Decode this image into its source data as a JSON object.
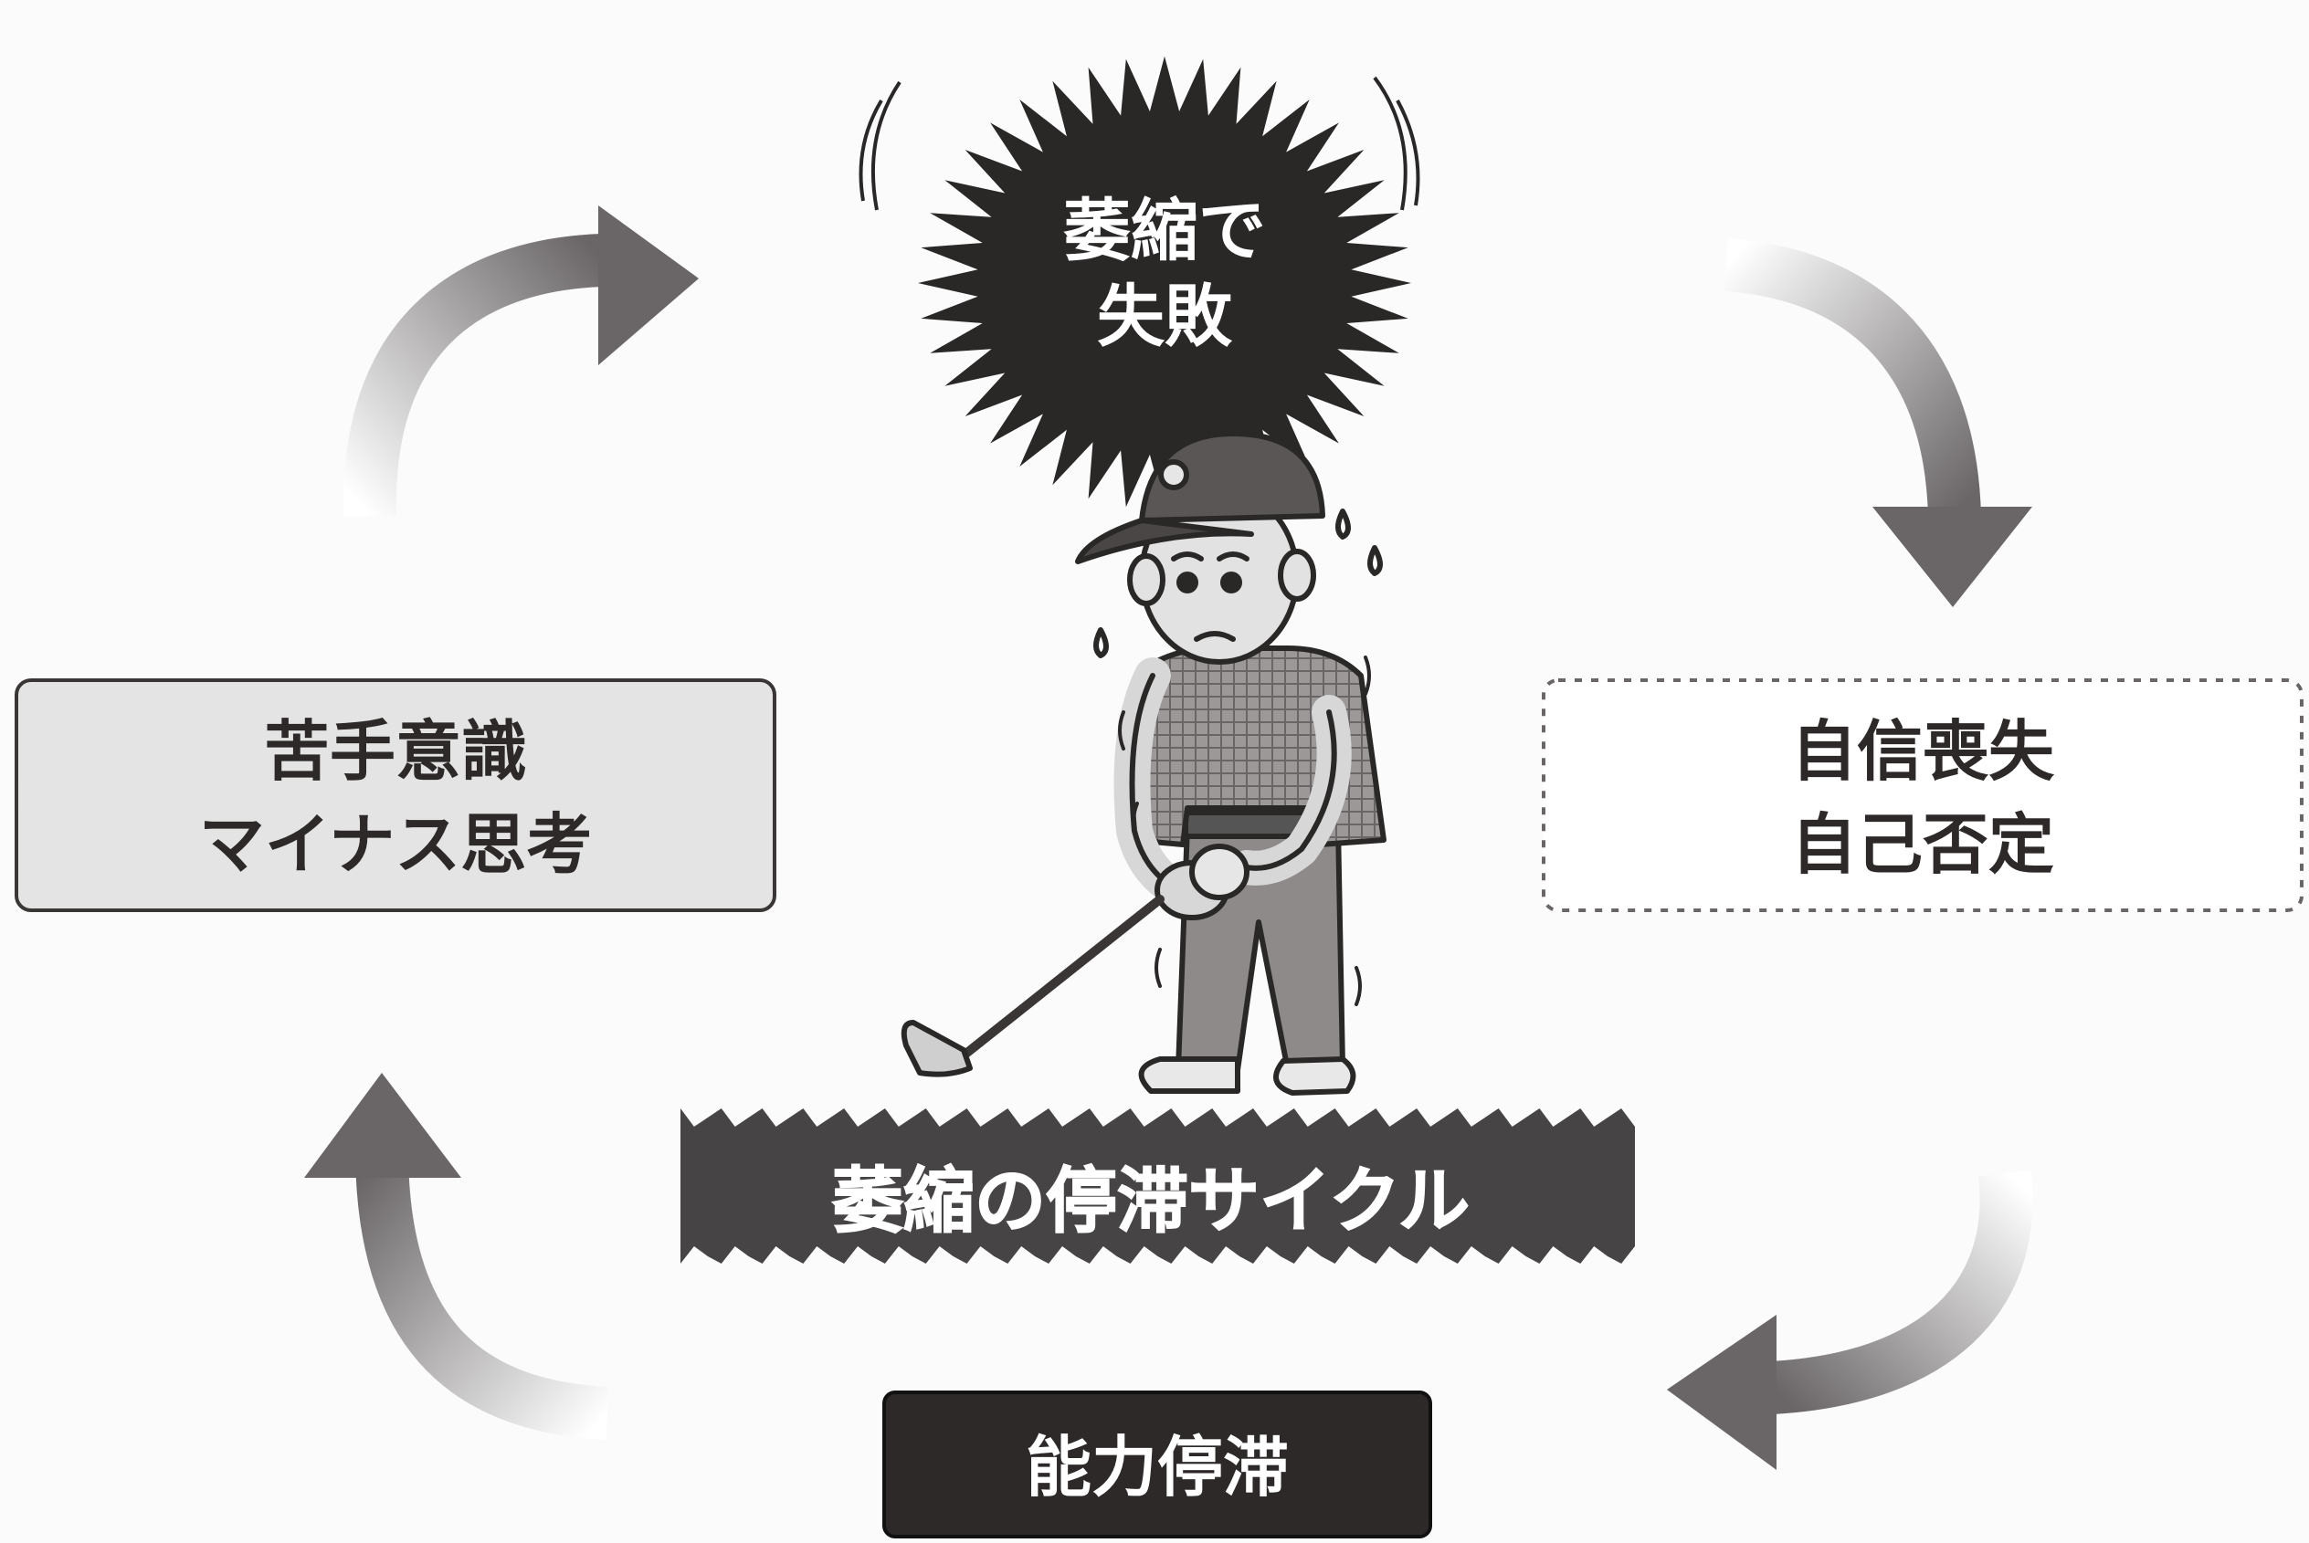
{
  "cycle_title": "萎縮の停滞サイクル",
  "nodes": {
    "top": {
      "line1": "萎縮で",
      "line2": "失敗"
    },
    "left": {
      "line1": "苦手意識",
      "line2": "マイナス思考"
    },
    "right": {
      "line1": "自信喪失",
      "line2": "自己否定"
    },
    "bottom": {
      "line1": "能力停滞"
    }
  },
  "colors": {
    "burst": "#2a2727",
    "left_box": "#e4e4e4",
    "bottom_box": "#2d2929",
    "banner": "#474445",
    "arrow_dark": "#6a6667",
    "arrow_light": "#ffffff"
  },
  "icons": {
    "figure": "nervous-golfer-icon"
  }
}
